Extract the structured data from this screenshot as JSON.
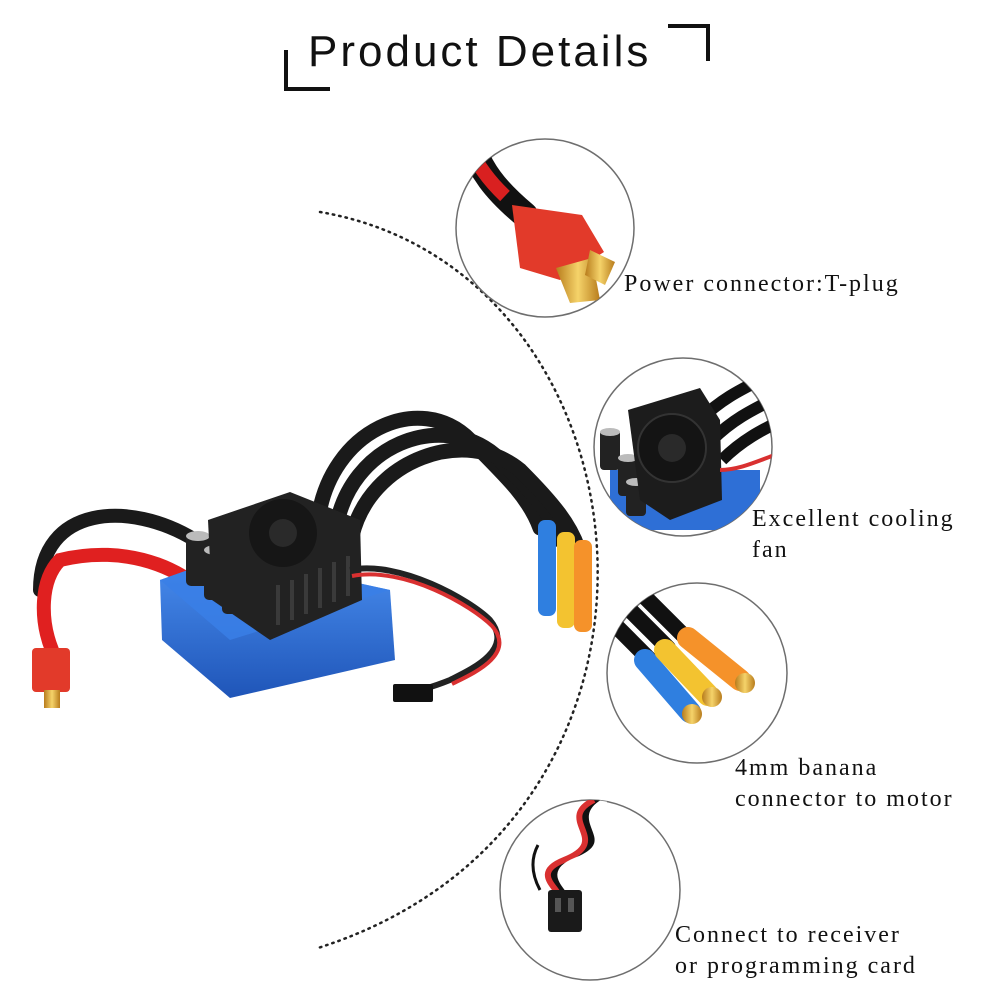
{
  "header": {
    "title": "Product Details"
  },
  "features": [
    {
      "caption_lines": [
        "Power connector:T-plug"
      ]
    },
    {
      "caption_lines": [
        "Excellent cooling",
        "fan"
      ]
    },
    {
      "caption_lines": [
        "4mm banana",
        "connector to motor"
      ]
    },
    {
      "caption_lines": [
        "Connect to receiver",
        "or programming card"
      ]
    }
  ],
  "icons": [
    "t-plug-connector-icon",
    "cooling-fan-icon",
    "banana-connector-icon",
    "servo-lead-icon"
  ],
  "colors": {
    "esc_case_blue": "#2e6fd6",
    "wire_black": "#1a1a1a",
    "power_wire_red": "#e02020",
    "t_plug_red": "#e23a2a",
    "gold": "#d9a232",
    "banana_blue": "#2f7fe0",
    "banana_yellow": "#f3c330",
    "banana_orange": "#f5922a",
    "circle_border": "#6e6e6e"
  }
}
